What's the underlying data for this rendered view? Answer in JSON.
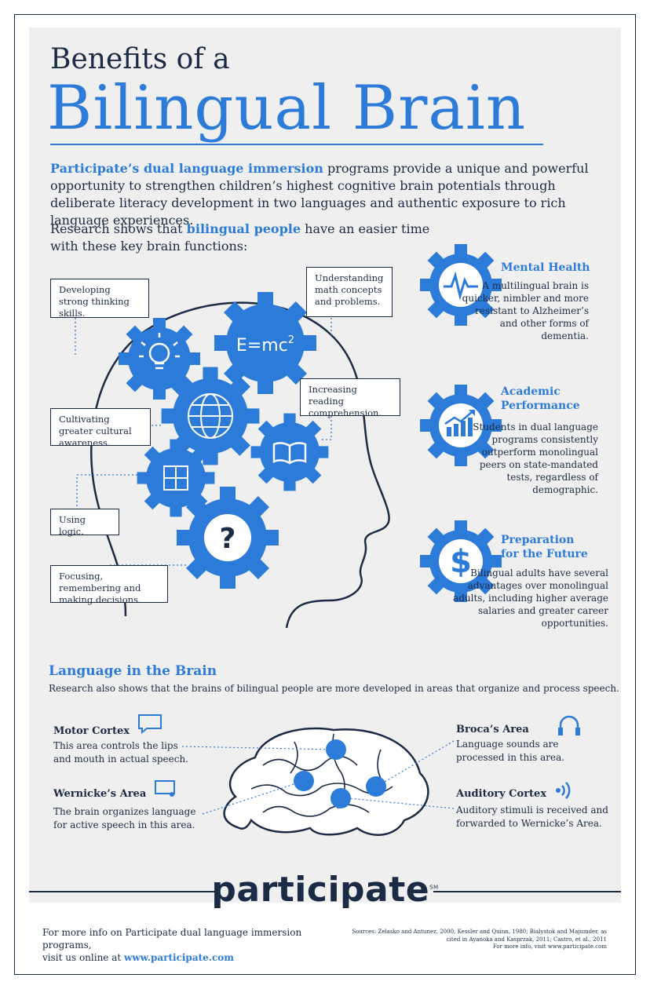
{
  "title": {
    "line1": "Benefits of a",
    "line2": "Bilingual Brain"
  },
  "intro": {
    "highlight": "Participate’s dual language immersion",
    "rest": " programs provide a unique and powerful opportunity to strengthen children’s highest cognitive brain potentials through deliberate literacy development in two languages and authentic exposure to rich language experiences."
  },
  "research": {
    "before": "Research shows that ",
    "highlight": "bilingual people",
    "after": " have an easier time with these key brain functions:"
  },
  "functions": {
    "thinking": "Developing strong thinking skills.",
    "math": "Understanding math concepts and problems.",
    "reading": "Increasing reading comprehension.",
    "cultural": "Cultivating greater cultural awareness.",
    "logic": "Using logic.",
    "focusing": "Focusing, remembering and making decisions."
  },
  "gear_labels": {
    "emc": "E=mc",
    "emc_sup": "2",
    "question": "?",
    "dollar": "$"
  },
  "benefits": [
    {
      "title": "Mental Health",
      "text": "A multilingual brain is quicker, nimbler and more resistant to Alzheimer’s and other forms of dementia.",
      "icon": "heartbeat-icon"
    },
    {
      "title": "Academic Performance",
      "text": "Students in dual language programs consistently outperform monolingual peers on state-mandated tests, regardless of demographic.",
      "icon": "growth-chart-icon"
    },
    {
      "title": "Preparation for the Future",
      "text": "Bilingual adults have several advantages over monolingual adults, including higher average salaries and greater career opportunities.",
      "icon": "dollar-icon"
    }
  ],
  "language": {
    "heading": "Language in the Brain",
    "text": "Research also shows that the brains of bilingual people are more developed in areas that organize and process speech."
  },
  "areas": {
    "motor": {
      "title": "Motor Cortex",
      "text": "This area controls the lips and mouth in actual speech."
    },
    "wernicke": {
      "title": "Wernicke’s Area",
      "text": "The brain organizes language for active speech in this area."
    },
    "broca": {
      "title": "Broca’s Area",
      "text": "Language sounds are processed in this area."
    },
    "auditory": {
      "title": "Auditory Cortex",
      "text": "Auditory stimuli is received and forwarded to Wernicke’s Area."
    }
  },
  "logo": {
    "text": "participate",
    "tm": "SM"
  },
  "footer": {
    "line1": "For more info on Participate dual language immersion programs,",
    "line2": "visit us online at ",
    "link": "www.participate.com",
    "sources": "Sources: Zelasko and Antunez, 2000; Kessler and Quinn, 1980; Bialystok and Majumder, as cited in Ayanoka and Kasprzak, 2011; Castro, et al., 2011",
    "more": "For more info, visit www.participate.com"
  },
  "colors": {
    "accent": "#2d7bd9",
    "navy": "#1c2b45",
    "panel": "#efefef"
  }
}
